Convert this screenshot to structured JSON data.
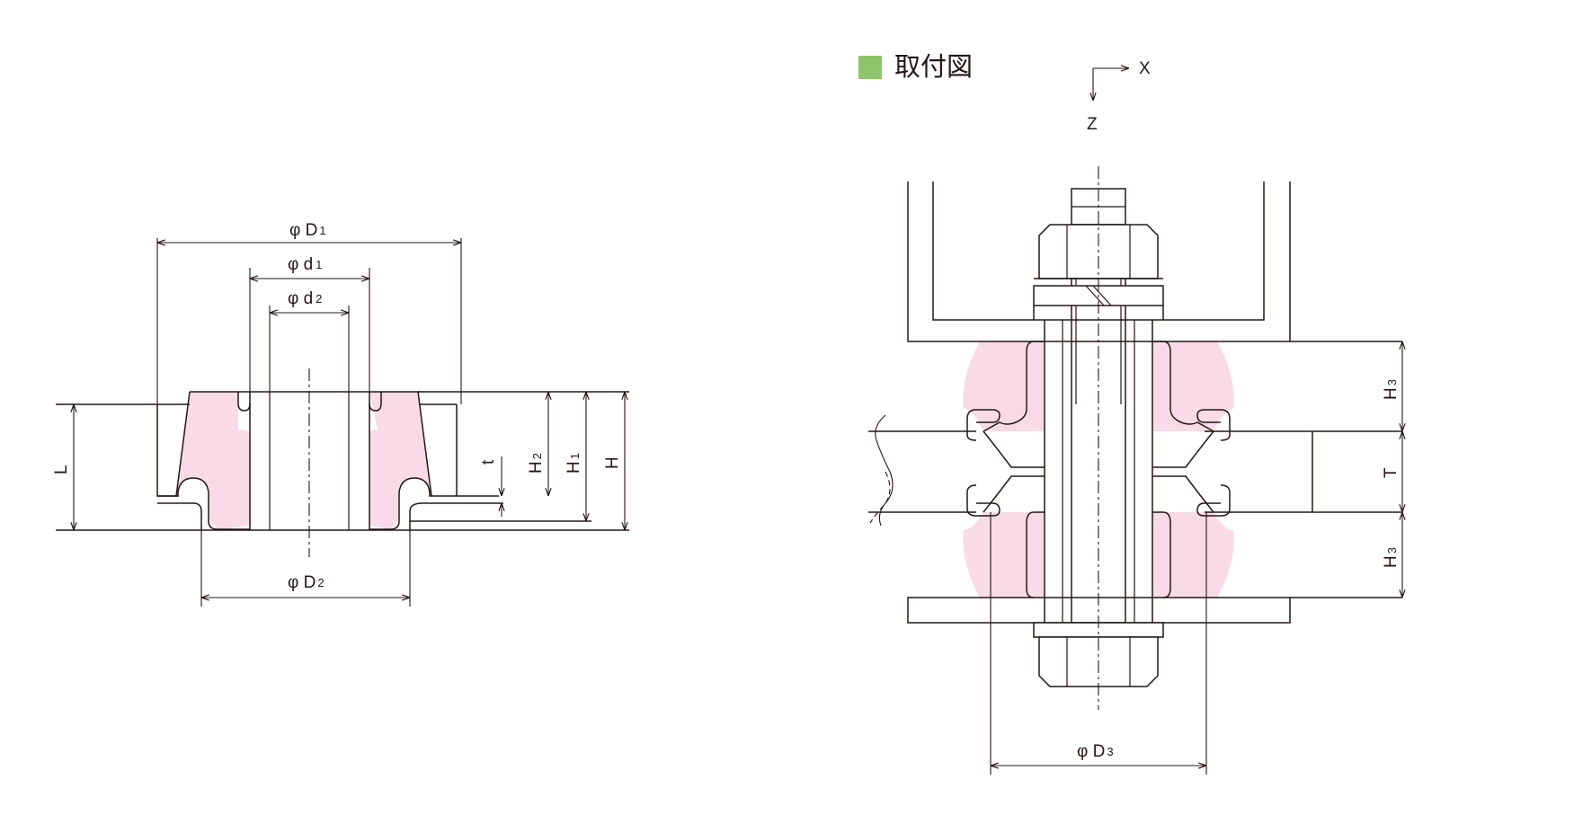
{
  "legend": {
    "title": "取付図",
    "swatch_color": "#8cc56a"
  },
  "axes": {
    "x_label": "X",
    "z_label": "Z"
  },
  "colors": {
    "rubber": "#f9dbe7",
    "line": "#231815"
  },
  "left_dims": {
    "D1_main": "φ D",
    "D1_sub": "1",
    "d1_main": "φ d",
    "d1_sub": "1",
    "d2_main": "φ d",
    "d2_sub": "2",
    "D2_main": "φ D",
    "D2_sub": "2",
    "L": "L",
    "t": "t",
    "H2_main": "H",
    "H2_sub": "2",
    "H1_main": "H",
    "H1_sub": "1",
    "H": "H"
  },
  "right_dims": {
    "D3_main": "φ D",
    "D3_sub": "3",
    "H3_top_main": "H",
    "H3_top_sub": "3",
    "T": "T",
    "H3_bot_main": "H",
    "H3_bot_sub": "3"
  }
}
